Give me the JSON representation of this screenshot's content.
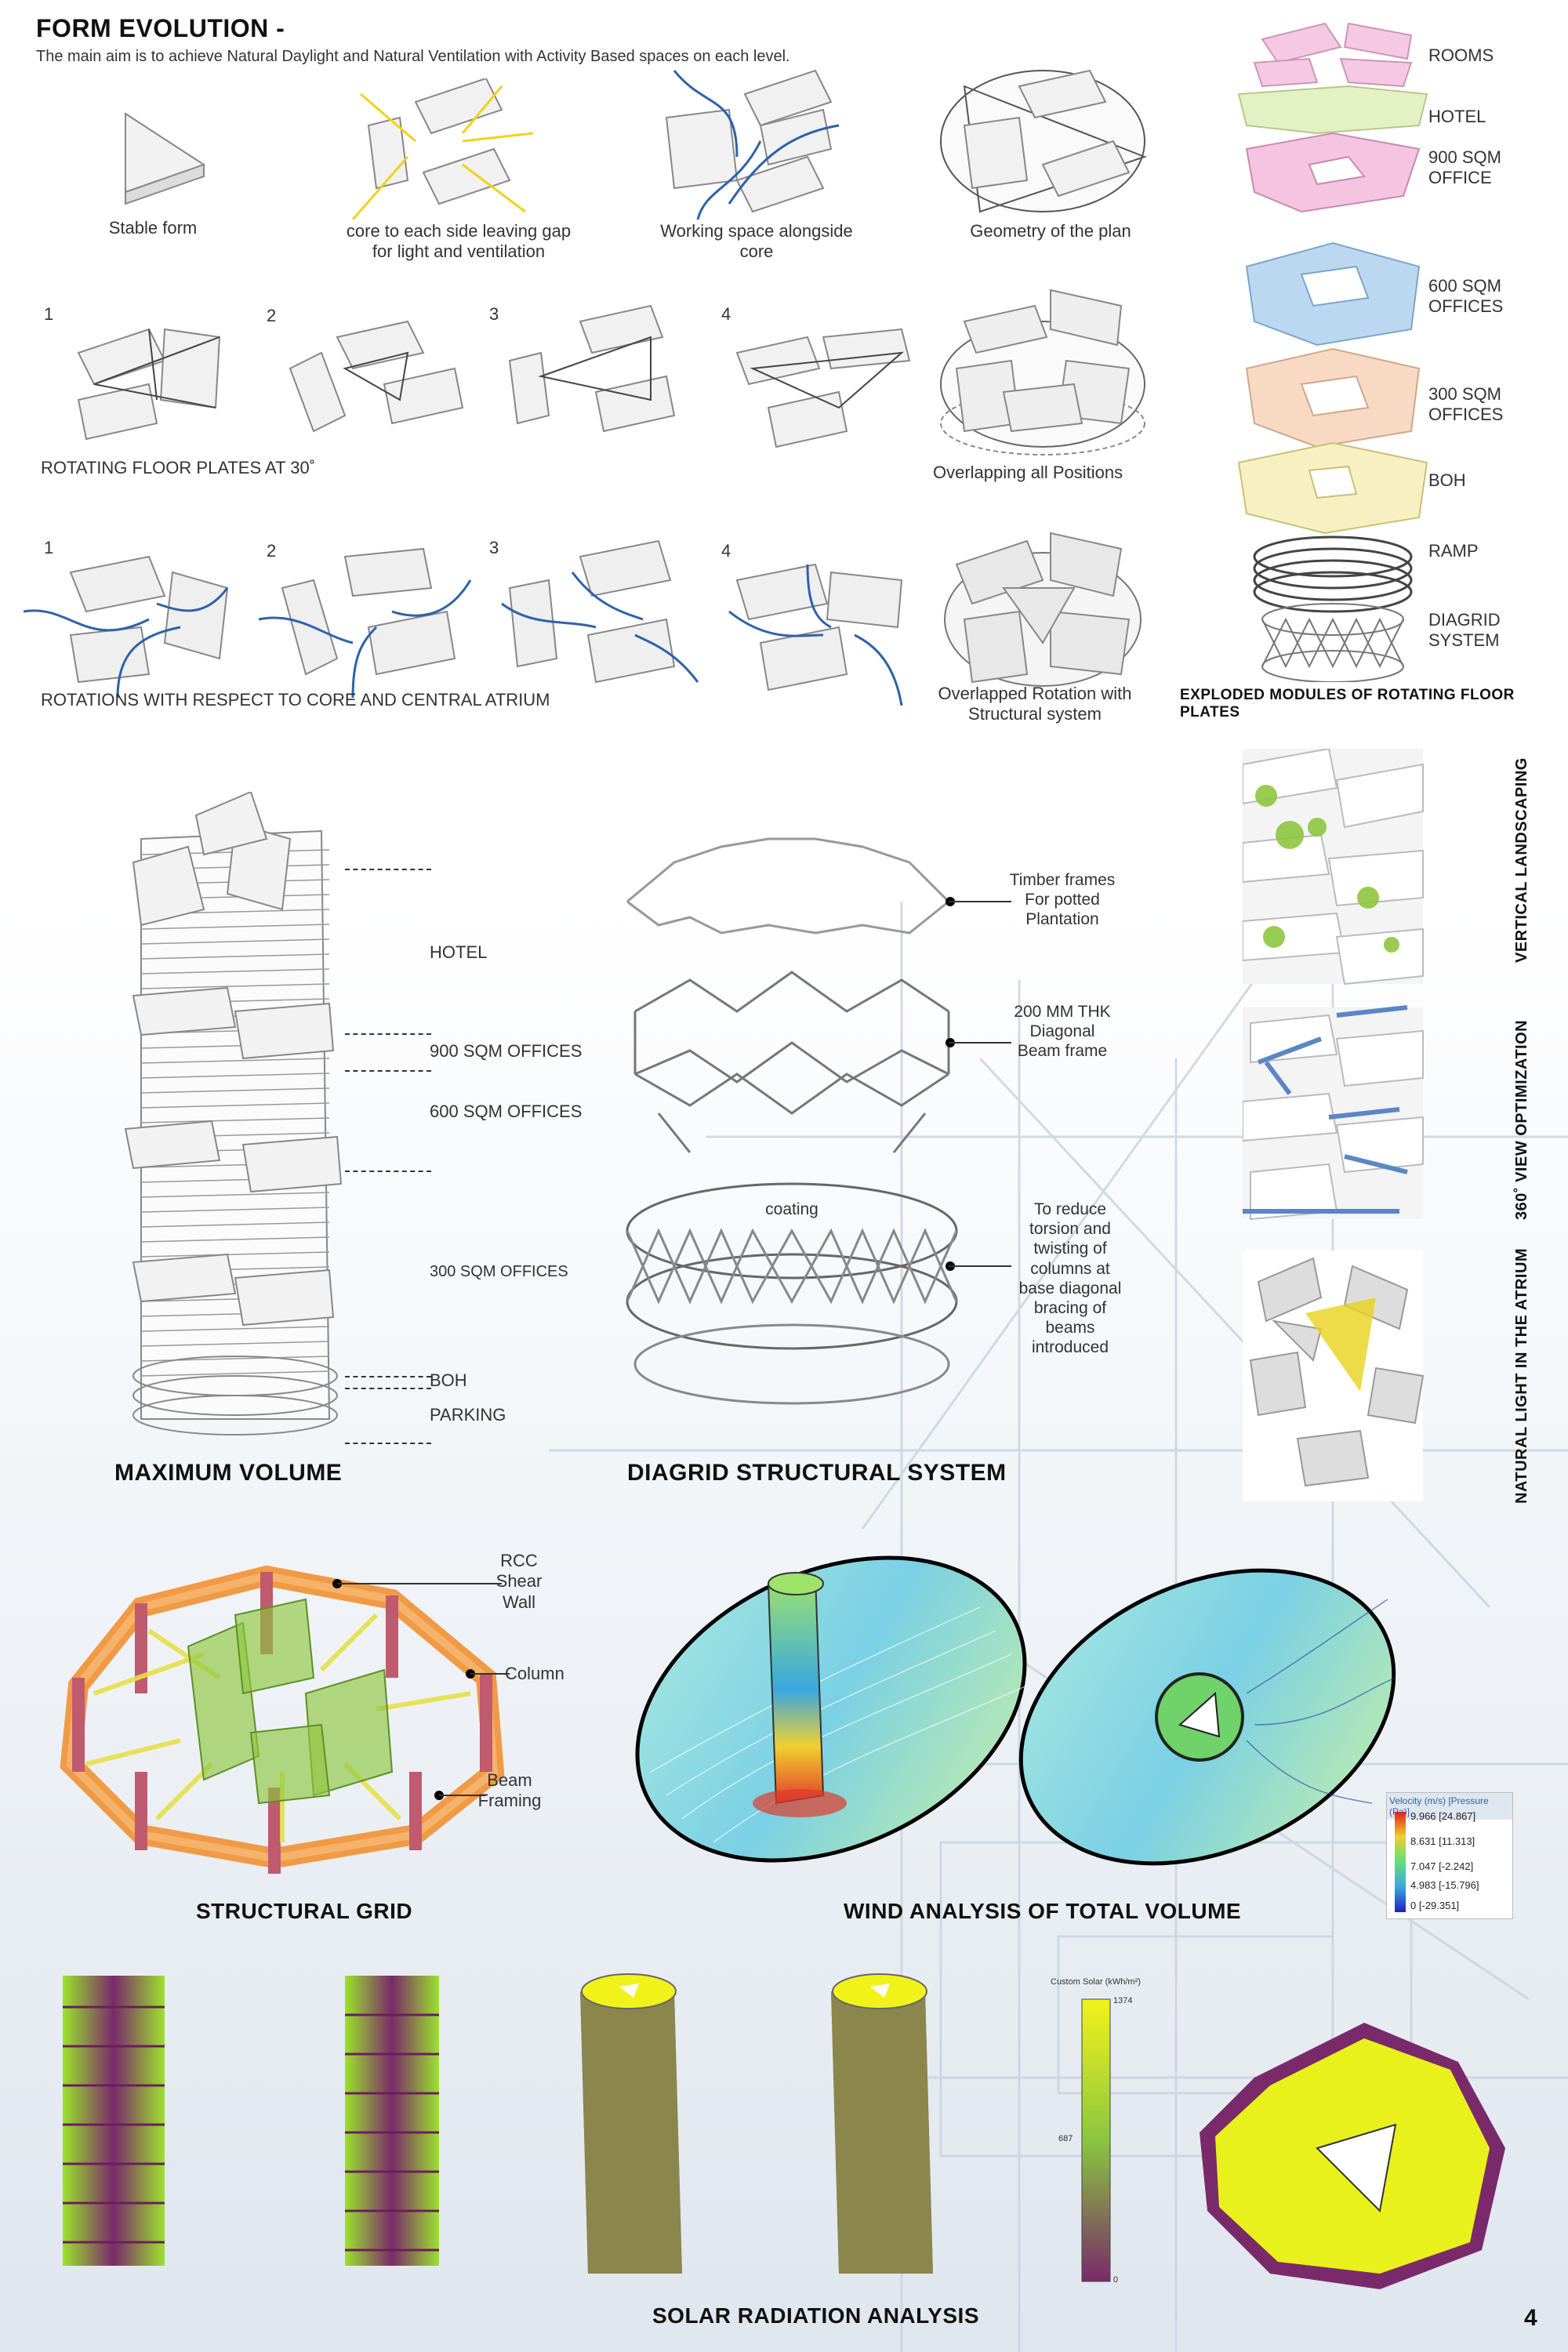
{
  "header": {
    "title": "FORM EVOLUTION -",
    "subtitle": "The main aim is to achieve Natural Daylight and Natural Ventilation with Activity Based spaces on each level."
  },
  "form_evolution": {
    "concept_labels": [
      "Stable form",
      "core to each side leaving gap for light and ventilation",
      "Working space alongside core",
      "Geometry of the plan"
    ],
    "rotation_numbers": [
      "1",
      "2",
      "3",
      "4"
    ],
    "rotating_label": "ROTATING FLOOR PLATES AT 30˚",
    "overlapping_label": "Overlapping all Positions",
    "rotations_core_label": "ROTATIONS WITH RESPECT TO CORE AND CENTRAL ATRIUM",
    "overlapped_rotation_label": "Overlapped Rotation with Structural system"
  },
  "exploded": {
    "labels": [
      "ROOMS",
      "HOTEL",
      "900 SQM OFFICE",
      "600 SQM OFFICES",
      "300 SQM OFFICES",
      "BOH",
      "RAMP",
      "DIAGRID SYSTEM"
    ],
    "title": "EXPLODED MODULES OF ROTATING FLOOR PLATES"
  },
  "max_volume": {
    "labels": [
      "HOTEL",
      "900 SQM OFFICES",
      "600 SQM OFFICES",
      "300 SQM OFFICES",
      "BOH",
      "PARKING"
    ],
    "title": "MAXIMUM VOLUME"
  },
  "diagrid": {
    "timber_label": "Timber frames For potted Plantation",
    "beam_label": "200 MM THK Diagonal Beam frame",
    "coating_label": "coating",
    "torsion_label": "To reduce torsion and twisting of columns at base diagonal bracing of beams introduced",
    "title": "DIAGRID STRUCTURAL SYSTEM"
  },
  "side_strips": {
    "labels": [
      "VERTICAL LANDSCAPING",
      "360˚ VIEW OPTIMIZATION",
      "NATURAL LIGHT IN THE ATRIUM"
    ]
  },
  "structural_grid": {
    "labels": [
      "RCC Shear Wall",
      "Column",
      "Beam Framing"
    ],
    "title": "STRUCTURAL GRID"
  },
  "wind": {
    "title": "WIND ANALYSIS OF TOTAL VOLUME",
    "legend_title": "Velocity (m/s) [Pressure (Pa)]",
    "legend_values": [
      "9.966 [24.867]",
      "8.631 [11.313]",
      "7.047 [-2.242]",
      "4.983 [-15.796]",
      "0 [-29.351]"
    ]
  },
  "solar": {
    "title": "SOLAR RADIATION ANALYSIS",
    "legend_title": "Custom Solar (kWh/m²)",
    "legend_max": "1374",
    "legend_mid": "687",
    "legend_min": "0"
  },
  "page_number": "4",
  "colors": {
    "accent_blue": "#2f62a8",
    "arrow_yellow": "#f2d21b",
    "pink": "#f4c4e0",
    "hotel_green": "#e4f1c4",
    "office_blue": "#bcd8f0",
    "office_peach": "#f7d9c4",
    "boh_yellow": "#f7f1c2",
    "grid_orange": "#f19a45",
    "grid_green": "#8ec63f",
    "solar_green": "#9be22d",
    "solar_purple": "#7a2a6a",
    "solar_yellow": "#f2f21b"
  }
}
